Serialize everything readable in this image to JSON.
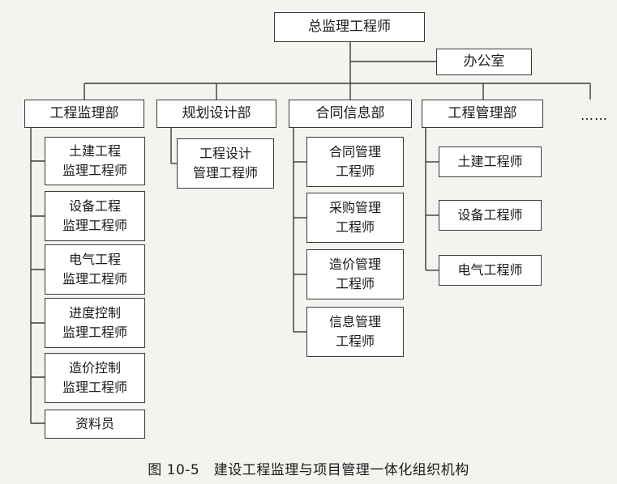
{
  "chart": {
    "root": "总监理工程师",
    "office": "办公室",
    "departments": [
      {
        "name": "工程监理部",
        "members": [
          "土建工程\n监理工程师",
          "设备工程\n监理工程师",
          "电气工程\n监理工程师",
          "进度控制\n监理工程师",
          "造价控制\n监理工程师",
          "资料员"
        ]
      },
      {
        "name": "规划设计部",
        "members": [
          "工程设计\n管理工程师"
        ]
      },
      {
        "name": "合同信息部",
        "members": [
          "合同管理\n工程师",
          "采购管理\n工程师",
          "造价管理\n工程师",
          "信息管理\n工程师"
        ]
      },
      {
        "name": "工程管理部",
        "members": [
          "土建工程师",
          "设备工程师",
          "电气工程师"
        ]
      }
    ],
    "more": "……"
  },
  "caption": "图 10-5　建设工程监理与项目管理一体化组织机构"
}
